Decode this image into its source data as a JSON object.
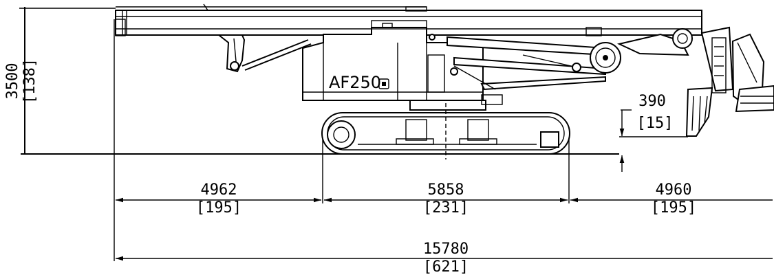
{
  "machine": {
    "model_label": "AF250"
  },
  "dimensions": {
    "height": {
      "mm": "3500",
      "in": "[138]"
    },
    "rear_overhang": {
      "mm": "4962",
      "in": "[195]"
    },
    "track_length": {
      "mm": "5858",
      "in": "[231]"
    },
    "front_overhang": {
      "mm": "4960",
      "in": "[195]"
    },
    "tool_clearance": {
      "mm": "390",
      "in": "[15]"
    },
    "overall_length": {
      "mm": "15780",
      "in": "[621]"
    }
  }
}
